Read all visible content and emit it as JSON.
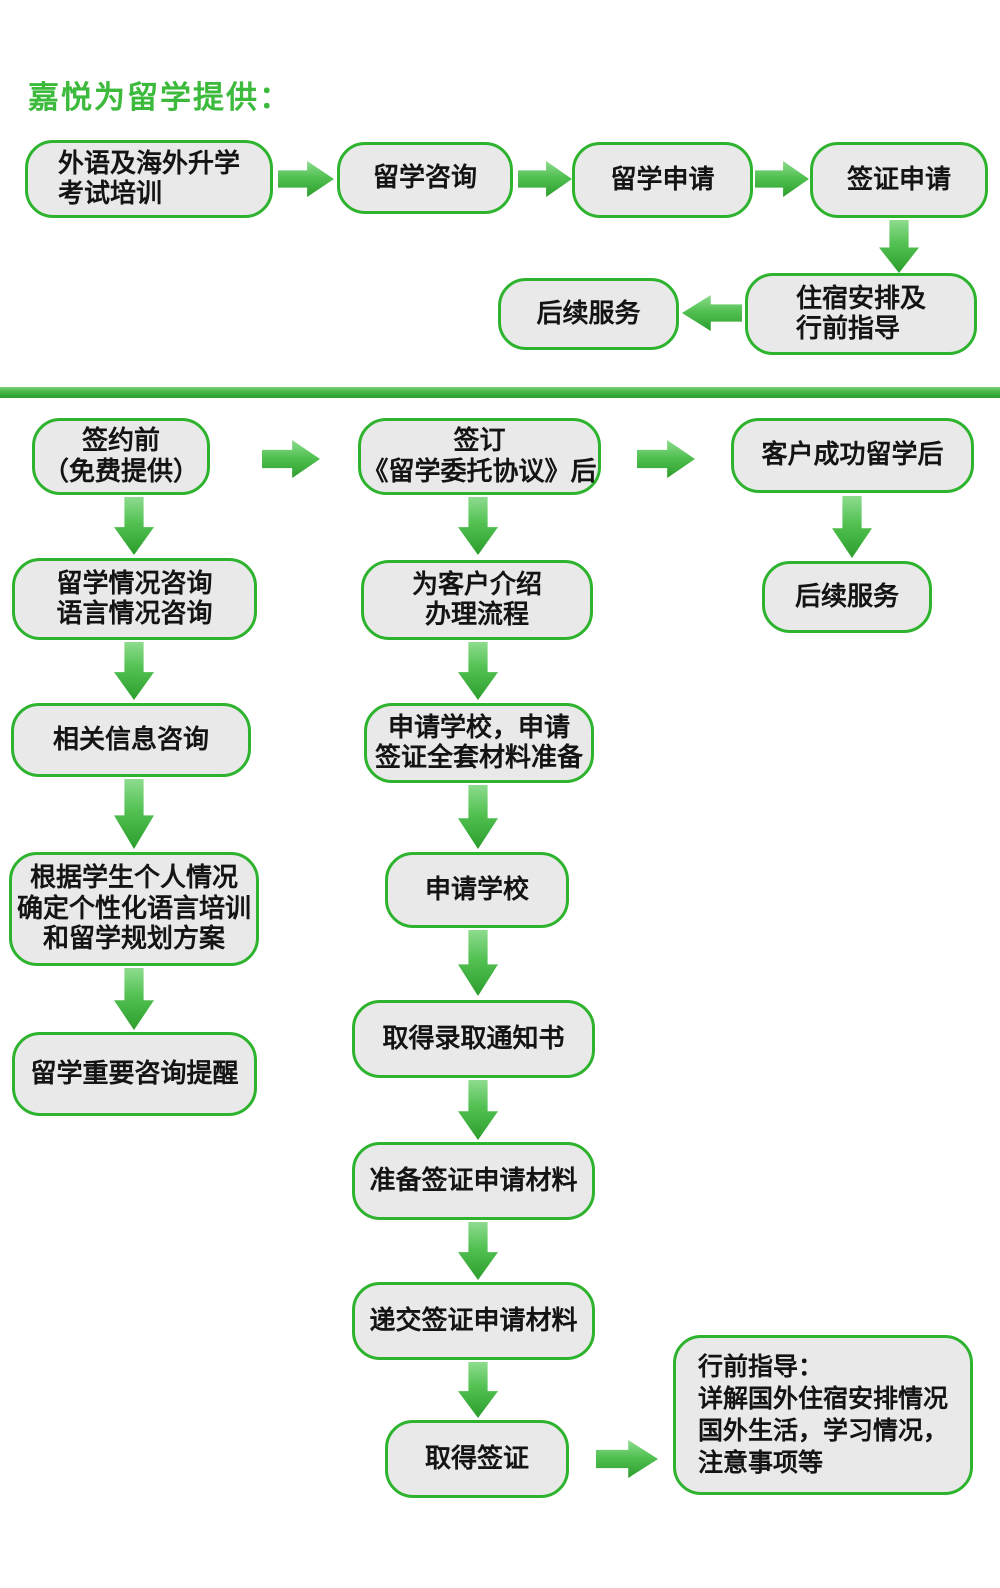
{
  "header": {
    "title": "嘉悦为留学提供："
  },
  "colors": {
    "accent": "#2db32d",
    "box_fill": "#e9e9e9",
    "arrow_light": "#8edc8e",
    "arrow_dark": "#2c9e2c",
    "title_green": "#3cba3c",
    "text": "#141414"
  },
  "top_flow": {
    "training": "外语及海外升学\n考试培训",
    "consulting": "留学咨询",
    "application": "留学申请",
    "visa": "签证申请",
    "accommodation": "住宿安排及\n行前指导",
    "followup": "后续服务"
  },
  "process": {
    "presign": {
      "header": "签约前\n（免费提供）",
      "steps": [
        "留学情况咨询\n语言情况咨询",
        "相关信息咨询",
        "根据学生个人情况\n确定个性化语言培训\n和留学规划方案",
        "留学重要咨询提醒"
      ]
    },
    "signed": {
      "header": "签订\n《留学委托协议》后",
      "steps": [
        "为客户介绍\n办理流程",
        "申请学校，申请\n签证全套材料准备",
        "申请学校",
        "取得录取通知书",
        "准备签证申请材料",
        "递交签证申请材料",
        "取得签证"
      ],
      "departure_note": "行前指导：\n详解国外住宿安排情况\n国外生活，学习情况，\n注意事项等"
    },
    "after": {
      "header": "客户成功留学后",
      "steps": [
        "后续服务"
      ]
    }
  }
}
